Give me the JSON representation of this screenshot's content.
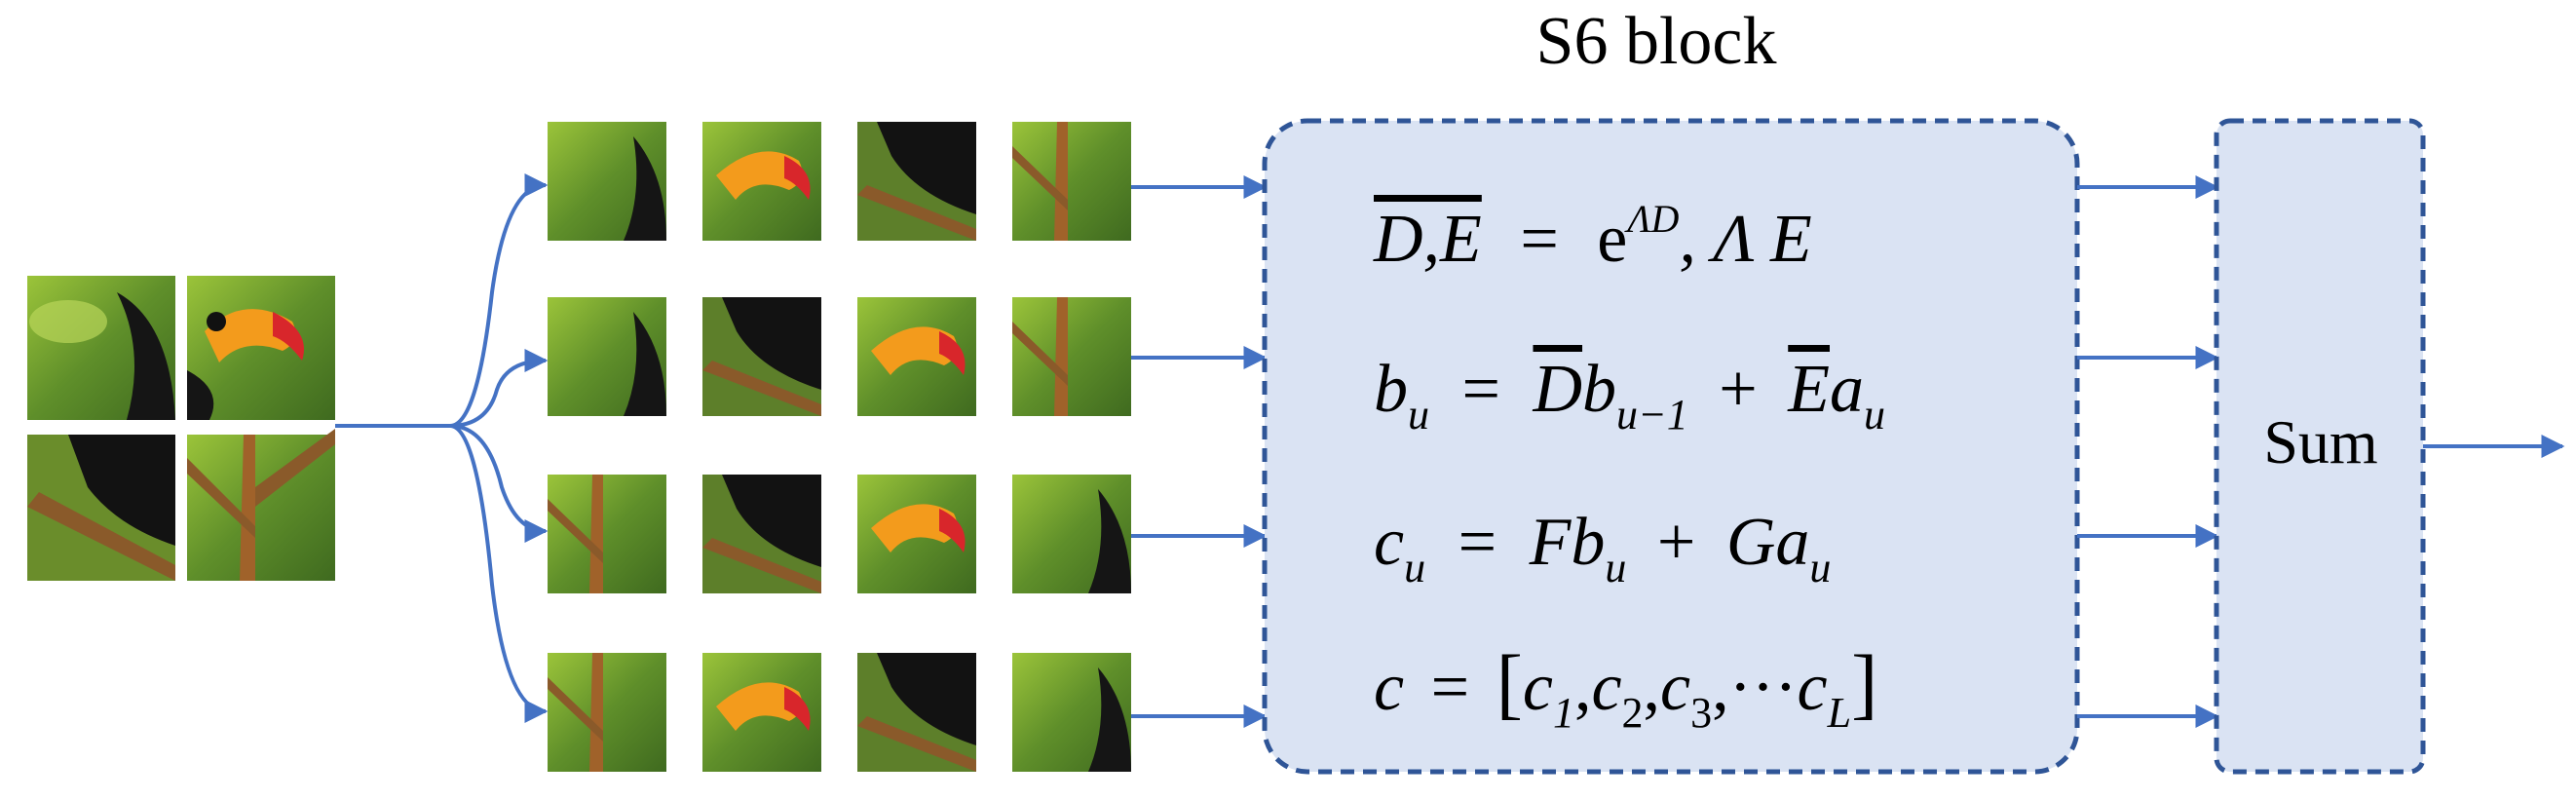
{
  "title": "S6 block",
  "sum_label": "Sum",
  "equations": {
    "eq1": {
      "lhs": "D,E",
      "op": "=",
      "base": "e",
      "exp": "ΛD",
      "rest": ", Λ E"
    },
    "eq2": {
      "b": "b",
      "u": "u",
      "op": "=",
      "D": "D",
      "b2": "b",
      "u1": "u−1",
      "plus": "+",
      "E": "E",
      "a": "a",
      "u2": "u"
    },
    "eq3": {
      "c": "c",
      "u": "u",
      "op": "=",
      "F": "F",
      "b": "b",
      "u1": "u",
      "plus": "+",
      "G": "G",
      "a": "a",
      "u2": "u"
    },
    "eq4": {
      "c": "c",
      "op": "=",
      "open": "[",
      "c1": "c",
      "s1": "1",
      "c2": "c",
      "s2": "2",
      "c3": "c",
      "s3": "3",
      "dots": "···",
      "cL": "c",
      "sL": "L",
      "close": "]"
    }
  },
  "colors": {
    "arrow": "#4472C4",
    "block_fill": "#DAE3F3",
    "block_border": "#2F5597"
  },
  "icons": {
    "input_image": "toucan-photo",
    "patch": "toucan-patch"
  }
}
